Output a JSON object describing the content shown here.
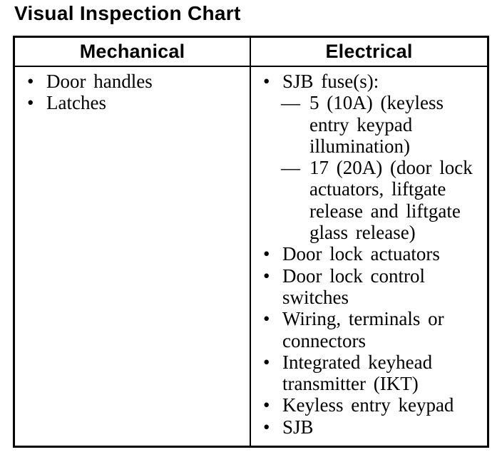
{
  "title": "Visual Inspection Chart",
  "colors": {
    "ink": "#000000",
    "paper": "#ffffff"
  },
  "table": {
    "markers": {
      "bullet": "•",
      "dash": "—"
    },
    "columns": [
      {
        "header": "Mechanical",
        "items": [
          {
            "type": "bullet",
            "text": "Door handles"
          },
          {
            "type": "bullet",
            "text": "Latches"
          }
        ]
      },
      {
        "header": "Electrical",
        "items": [
          {
            "type": "bullet",
            "text": "SJB fuse(s):"
          },
          {
            "type": "dash",
            "text": "5 (10A) (keyless entry keypad illumination)"
          },
          {
            "type": "dash",
            "text": "17 (20A) (door lock actuators, liftgate release and liftgate glass release)"
          },
          {
            "type": "bullet",
            "text": "Door lock actuators"
          },
          {
            "type": "bullet",
            "text": "Door lock control switches"
          },
          {
            "type": "bullet",
            "text": "Wiring, terminals or connectors"
          },
          {
            "type": "bullet",
            "text": "Integrated keyhead transmitter (IKT)"
          },
          {
            "type": "bullet",
            "text": "Keyless entry keypad"
          },
          {
            "type": "bullet",
            "text": "SJB"
          }
        ]
      }
    ]
  }
}
